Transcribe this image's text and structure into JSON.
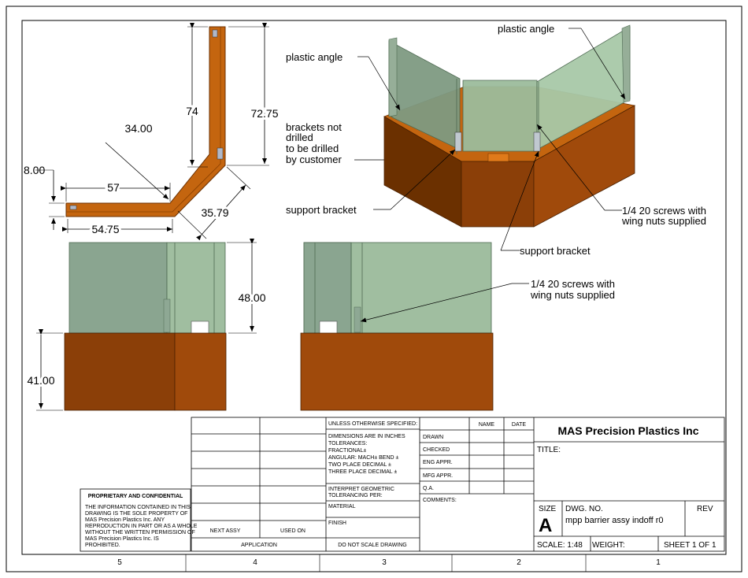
{
  "top_view": {
    "dims": {
      "d57": "57",
      "d5475": "54.75",
      "d800": "8.00",
      "d3400": "34.00",
      "d74": "74",
      "d7275": "72.75",
      "d3579": "35.79"
    },
    "notes": {
      "brackets_l1": "brackets  not",
      "brackets_l2": "drilled",
      "brackets_l3": "to be  drilled",
      "brackets_l4": "by customer"
    }
  },
  "iso_view": {
    "notes": {
      "plastic_angle_left": "plastic angle",
      "plastic_angle_right": "plastic angle",
      "support_bracket_left": "support bracket",
      "support_bracket_bottom": "support bracket",
      "screws_l1": "1/4 20 screws with",
      "screws_l2": "wing nuts supplied"
    }
  },
  "front_view": {
    "dims": {
      "d4800": "48.00",
      "d4100": "41.00"
    }
  },
  "side_view": {
    "notes": {
      "screws_l1": "1/4 20 screws with",
      "screws_l2": "wing nuts supplied"
    }
  },
  "zones": {
    "z5": "5",
    "z4": "4",
    "z3": "3",
    "z2": "2",
    "z1": "1"
  },
  "title_block": {
    "proprietary_title": "PROPRIETARY AND CONFIDENTIAL",
    "proprietary_text": [
      "THE INFORMATION CONTAINED IN THIS",
      "DRAWING IS THE SOLE PROPERTY OF",
      "MAS Precision Plastics Inc.  ANY",
      "REPRODUCTION IN PART OR AS A WHOLE",
      "WITHOUT THE WRITTEN PERMISSION OF",
      "MAS Precision Plastics Inc.  IS",
      "PROHIBITED."
    ],
    "next_assy": "NEXT ASSY",
    "used_on": "USED ON",
    "application": "APPLICATION",
    "unless": "UNLESS OTHERWISE SPECIFIED:",
    "tolerances": [
      "DIMENSIONS ARE IN INCHES",
      "TOLERANCES:",
      "FRACTIONAL±",
      "ANGULAR: MACH±    BEND  ±",
      "TWO PLACE DECIMAL    ±",
      "THREE PLACE DECIMAL  ±"
    ],
    "interpret": [
      "INTERPRET GEOMETRIC",
      "TOLERANCING PER:"
    ],
    "material": "MATERIAL",
    "finish": "FINISH",
    "do_not_scale": "DO NOT SCALE DRAWING",
    "name": "NAME",
    "date": "DATE",
    "drawn": "DRAWN",
    "checked": "CHECKED",
    "eng_appr": "ENG APPR.",
    "mfg_appr": "MFG APPR.",
    "qa": "Q.A.",
    "comments": "COMMENTS:",
    "company": "MAS Precision Plastics Inc",
    "title_label": "TITLE:",
    "size_label": "SIZE",
    "size_value": "A",
    "dwg_no_label": "DWG.  NO.",
    "dwg_no_value": "mpp barrier assy indoff r0",
    "rev_label": "REV",
    "scale": "SCALE: 1:48",
    "weight": "WEIGHT:",
    "sheet": "SHEET 1 OF 1"
  },
  "colors": {
    "orange": "#C4650F",
    "orange_light": "#E07A1A",
    "brown_dark": "#6B3000",
    "brown": "#8B3F08",
    "brown_side": "#A04A0B",
    "glass": "#8AAE8E",
    "glass_light": "#A8C8A8",
    "glass_dark": "#7E9A82"
  }
}
